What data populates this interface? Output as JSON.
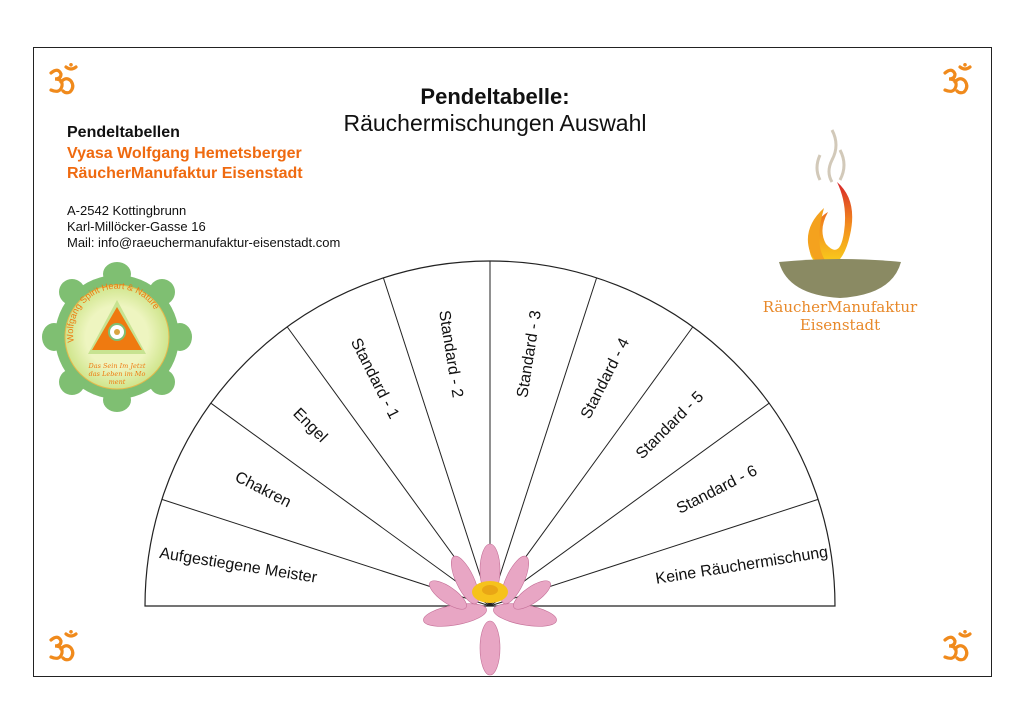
{
  "header": {
    "title": "Pendeltabelle:",
    "subtitle": "Räuchermischungen Auswahl"
  },
  "author": {
    "heading": "Pendeltabellen",
    "name": "Vyasa Wolfgang Hemetsberger",
    "company": "RäucherManufaktur Eisenstadt",
    "address_line1": "A-2542 Kottingbrunn",
    "address_line2": "Karl-Millöcker-Gasse 16",
    "email": "Mail: info@raeuchermanufaktur-eisenstadt.com"
  },
  "left_logo": {
    "ring_text": "Wolfgang Spirit Heart & Nature",
    "motto_line1": "Das Sein Im Jetzt",
    "motto_line2": "das Leben im Mo",
    "motto_line3": "ment"
  },
  "right_logo": {
    "line1": "RäucherManufaktur",
    "line2": "Eisenstadt"
  },
  "pendulum": {
    "segments": [
      "Aufgestiegene Meister",
      "Chakren",
      "Engel",
      "Standard - 1",
      "Standard - 2",
      "Standard - 3",
      "Standard - 4",
      "Standard - 5",
      "Standard - 6",
      "Keine Räuchermischung"
    ]
  },
  "colors": {
    "accent": "#ef6a10",
    "om": "#f08a1c",
    "text": "#111111"
  }
}
